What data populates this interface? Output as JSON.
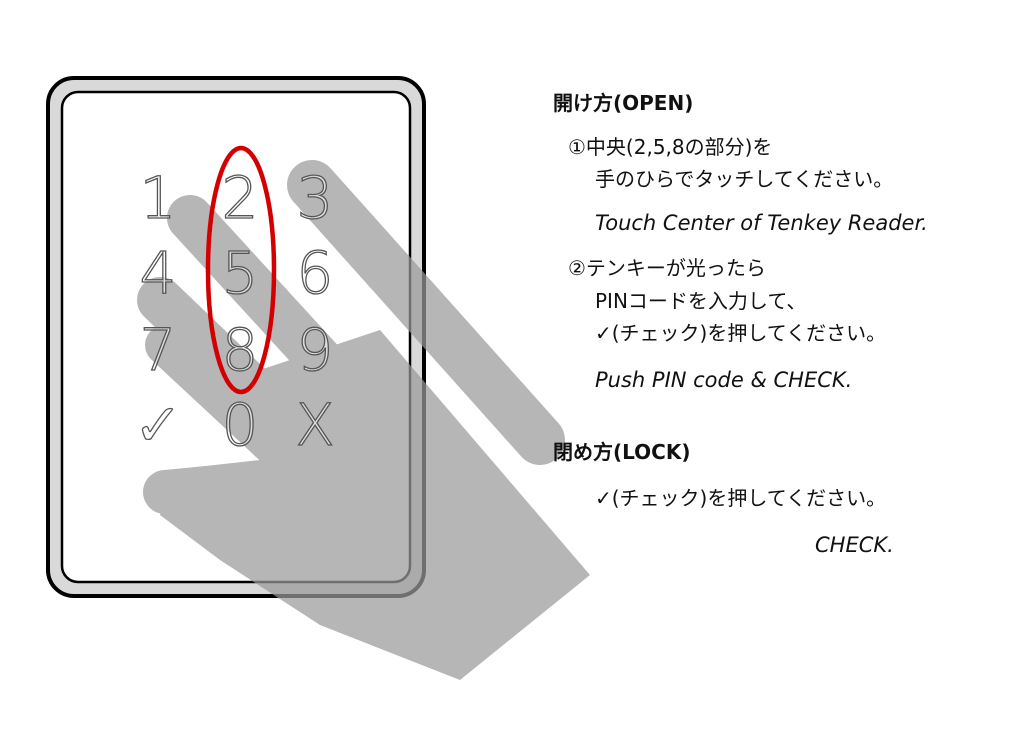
{
  "keypad": {
    "keys": [
      "1",
      "2",
      "3",
      "4",
      "5",
      "6",
      "7",
      "8",
      "9",
      "✓",
      "0",
      "X"
    ],
    "highlighted_keys": [
      "2",
      "5",
      "8"
    ],
    "highlight_color": "#d40000"
  },
  "open": {
    "heading": "開け方(OPEN)",
    "step1_line1": "①中央(2,5,8の部分)を",
    "step1_line2": "手のひらでタッチしてください。",
    "step1_en": "Touch Center of Tenkey Reader.",
    "step2_line1": "②テンキーが光ったら",
    "step2_line2": "PINコードを入力して、",
    "step2_line3": "✓(チェック)を押してください。",
    "step2_en": "Push PIN code & CHECK."
  },
  "lock": {
    "heading": "閉め方(LOCK)",
    "line1": "✓(チェック)を押してください。",
    "en": "CHECK."
  }
}
